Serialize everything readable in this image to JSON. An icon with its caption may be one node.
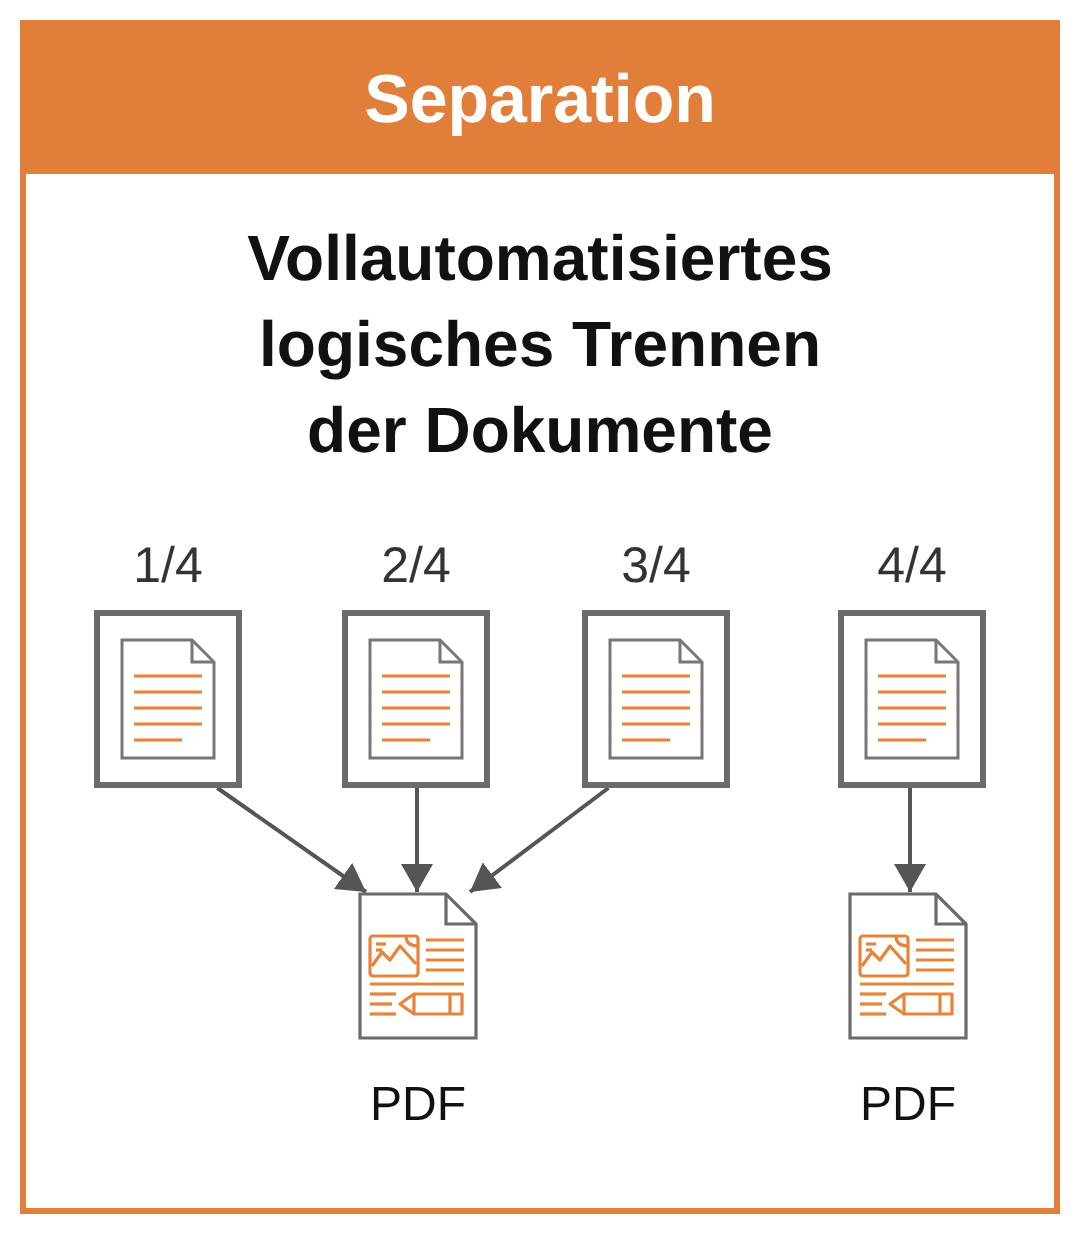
{
  "diagram": {
    "nodes": [
      {
        "text": [
          "Separation",
          "Vollautomatisiertes logisches Trennen der Dokumente"
        ]
      },
      {
        "text": [
          "1/4"
        ],
        "in": 0
      },
      {
        "text": [
          "2/4"
        ],
        "in": 0
      },
      {
        "text": [
          "3/4"
        ],
        "in": 0
      },
      {
        "text": [
          "4/4"
        ],
        "in": 0
      },
      {
        "text": [],
        "shape": "picture",
        "beside": [
          "PDF"
        ],
        "in": 0
      },
      {
        "text": [],
        "shape": "picture",
        "beside": [
          "PDF"
        ],
        "in": 0
      }
    ],
    "edges": [
      {
        "from": 1,
        "to": 5,
        "arrow": "to"
      },
      {
        "from": 2,
        "to": 5,
        "arrow": "to"
      },
      {
        "from": 3,
        "to": 5,
        "arrow": "to"
      },
      {
        "from": 4,
        "to": 6,
        "arrow": "to"
      }
    ]
  }
}
